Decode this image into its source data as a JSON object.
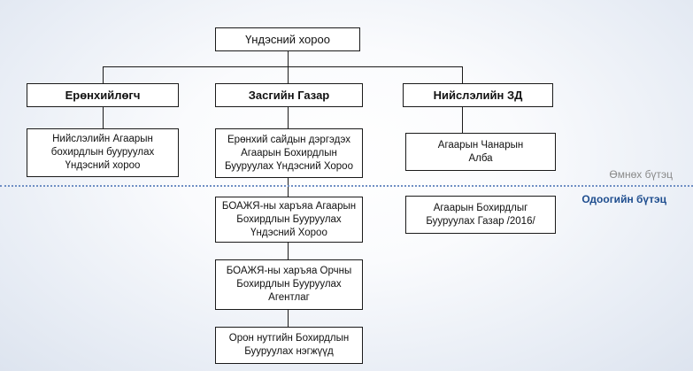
{
  "chart": {
    "root": "Үндэсний хороо",
    "columns": [
      {
        "head": "Ерөнхийлөгч",
        "items": [
          "Нийслэлийн Агаарын\nбохирдлын бууруулах\nҮндэсний хороо"
        ]
      },
      {
        "head": "Засгийн Газар",
        "items": [
          "Ерөнхий сайдын дэргэдэх\nАгаарын Бохирдлын\nБууруулах Үндэсний Хороо",
          "БОАЖЯ-ны харъяа Агаарын\nБохирдлын Бууруулах\nҮндэсний Хороо",
          "БОАЖЯ-ны харъяа Орчны\nБохирдлын Бууруулах\nАгентлаг",
          "Орон нутгийн Бохирдлын\nБууруулах нэгжүүд"
        ]
      },
      {
        "head": "Нийслэлийн ЗД",
        "items": [
          "Агаарын Чанарын\nАлба",
          "Агаарын Бохирдлыг\nБууруулах Газар /2016/"
        ]
      }
    ]
  },
  "labels": {
    "previous": "Өмнөх бүтэц",
    "current": "Одоогийн бүтэц"
  },
  "colors": {
    "line": "#1a1a1a",
    "separator": "#6f8fc4",
    "previous_label": "#8a8a8a",
    "current_label": "#1f4e8f"
  }
}
